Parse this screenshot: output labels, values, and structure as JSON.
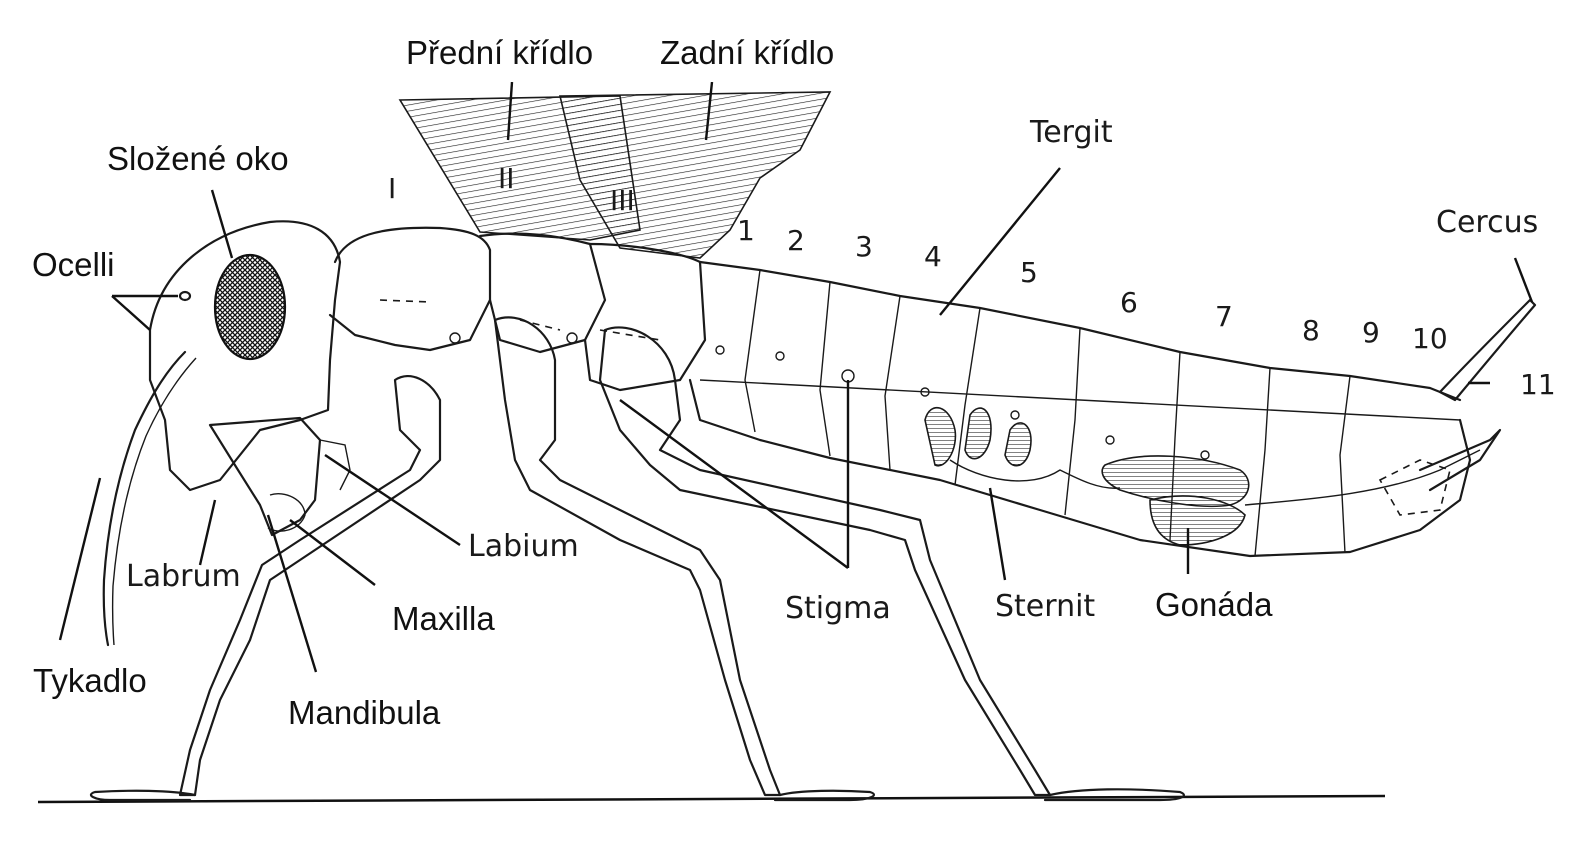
{
  "labels": {
    "front_wing": "Přední křídlo",
    "hind_wing": "Zadní křídlo",
    "compound_eye": "Složené oko",
    "ocelli": "Ocelli",
    "tergit": "Tergit",
    "cercus": "Cercus",
    "labium": "Labium",
    "labrum": "Labrum",
    "maxilla": "Maxilla",
    "tykadlo": "Tykadlo",
    "mandibula": "Mandibula",
    "stigma": "Stigma",
    "sternit": "Sternit",
    "gonada": "Gonáda"
  },
  "thorax_numerals": [
    "I",
    "II",
    "III"
  ],
  "segment_numbers": [
    "1",
    "2",
    "3",
    "4",
    "5",
    "6",
    "7",
    "8",
    "9",
    "10",
    "11"
  ],
  "colors": {
    "ink": "#1a1a1a",
    "background": "#ffffff"
  }
}
